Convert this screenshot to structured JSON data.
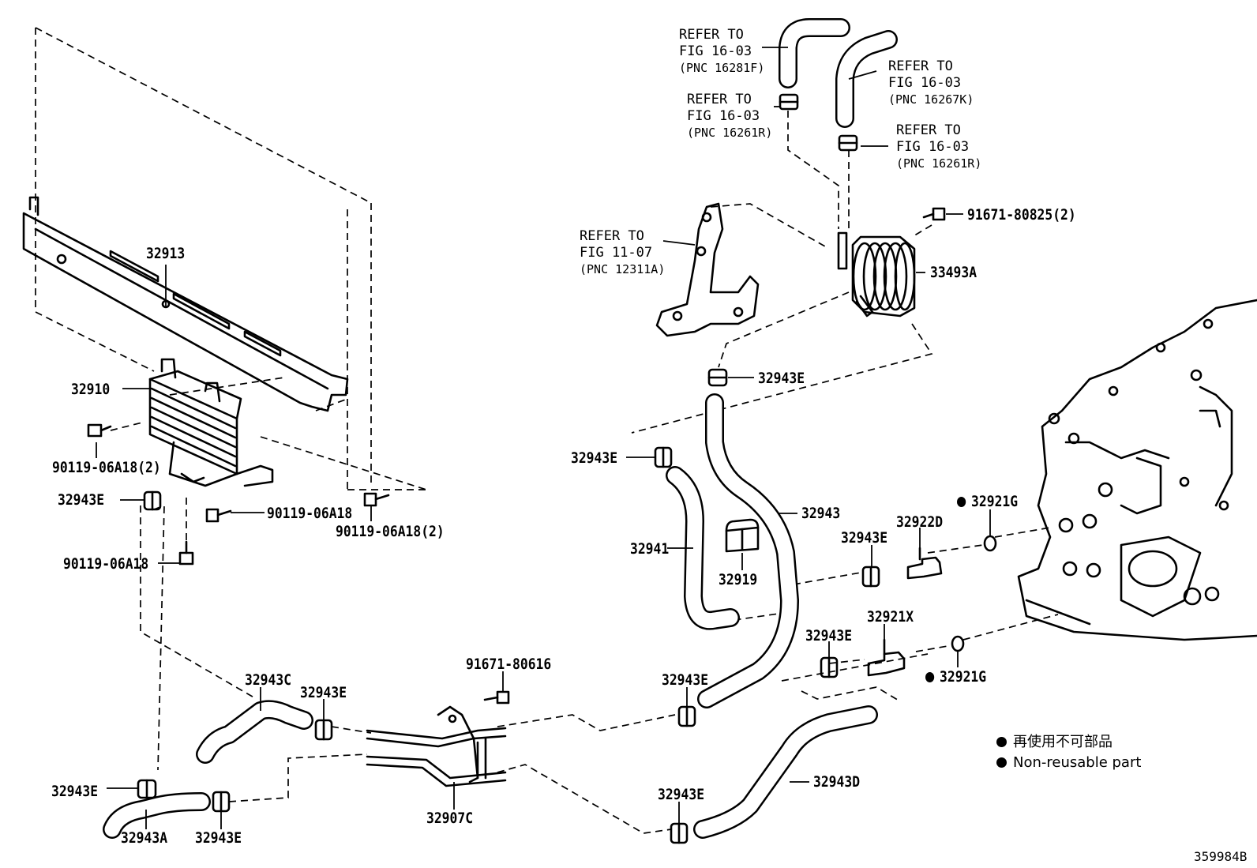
{
  "references": {
    "r1": {
      "line1": "REFER TO",
      "line2": "FIG 16-03",
      "line3": "(PNC 16281F)"
    },
    "r2": {
      "line1": "REFER TO",
      "line2": "FIG 16-03",
      "line3": "(PNC 16267K)"
    },
    "r3": {
      "line1": "REFER TO",
      "line2": "FIG 16-03",
      "line3": "(PNC 16261R)"
    },
    "r4": {
      "line1": "REFER TO",
      "line2": "FIG 16-03",
      "line3": "(PNC 16261R)"
    },
    "r5": {
      "line1": "REFER TO",
      "line2": "FIG 11-07",
      "line3": "(PNC 12311A)"
    }
  },
  "parts": {
    "p32913": "32913",
    "p32910": "32910",
    "p90119_a": "90119-06A18(2)",
    "p32943e_1": "32943E",
    "p90119_b": "90119-06A18",
    "p90119_c": "90119-06A18(2)",
    "p90119_d": "90119-06A18",
    "p91671_80825": "91671-80825(2)",
    "p33493a": "33493A",
    "p32943e_2": "32943E",
    "p32943e_3": "32943E",
    "p32943": "32943",
    "p32921g_1": "32921G",
    "p32922d": "32922D",
    "p32943e_4": "32943E",
    "p32941": "32941",
    "p32919": "32919",
    "p32921x": "32921X",
    "p32943e_5": "32943E",
    "p32921g_2": "32921G",
    "p32943c": "32943C",
    "p32943e_6": "32943E",
    "p91671_80616": "91671-80616",
    "p32943e_7": "32943E",
    "p32943e_8": "32943E",
    "p32943a": "32943A",
    "p32943e_9": "32943E",
    "p32907c": "32907C",
    "p32943e_10": "32943E",
    "p32943d": "32943D"
  },
  "legend": {
    "line1": "再使用不可部品",
    "line2": "Non-reusable part"
  },
  "figure_id": "359984B"
}
